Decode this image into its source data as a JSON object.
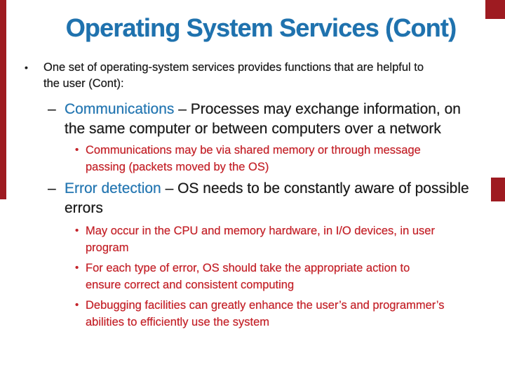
{
  "title": "Operating System Services (Cont)",
  "colors": {
    "background": "#FFFFFF",
    "title_blue": "#1F72AE",
    "keyword_blue": "#2577B2",
    "body_text": "#1C1C1C",
    "red_text": "#C4232A",
    "deco_red": "#9E1B21"
  },
  "body": {
    "intro": {
      "marker": "•",
      "line1": "One set of operating-system services provides functions that are helpful to",
      "line2": "the user (Cont):"
    },
    "communications": {
      "marker": "–",
      "keyword": "Communications",
      "rest": " – Processes may exchange information, on",
      "line2": "the same computer or between computers over a network",
      "sub": {
        "marker": "•",
        "line1": "Communications may be via shared memory or through message",
        "line2": "passing (packets moved by the OS)"
      }
    },
    "error_detection": {
      "marker": "–",
      "keyword": "Error detection",
      "rest": " – OS needs to be constantly aware of possible",
      "line2": "errors",
      "subs": [
        {
          "marker": "•",
          "line1": "May occur in the CPU and memory hardware, in I/O devices, in user",
          "line2": "program"
        },
        {
          "marker": "•",
          "line1": "For each type of error, OS should take the appropriate action to",
          "line2": "ensure correct and consistent computing"
        },
        {
          "marker": "•",
          "line1": "Debugging facilities can greatly enhance the user’s and programmer’s",
          "line2": "abilities to efficiently use the system"
        }
      ]
    }
  }
}
